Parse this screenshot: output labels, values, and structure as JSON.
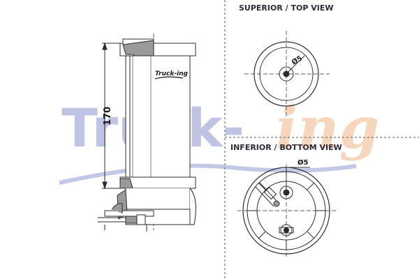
{
  "labels": {
    "top_view_title": "SUPERIOR / TOP VIEW",
    "bottom_view_title": "INFERIOR / BOTTOM VIEW",
    "height_dimension": "170",
    "top_diameter": "Ø5",
    "bottom_diameter": "Ø5"
  },
  "logo": {
    "small_text": "Truck-ing"
  },
  "watermark": {
    "main": "Truck-",
    "script": "ing"
  },
  "colors": {
    "line": "#2b2b2b",
    "watermark_main": "#aab1dd",
    "watermark_script": "#f3c9a8",
    "divider": "#555555"
  }
}
